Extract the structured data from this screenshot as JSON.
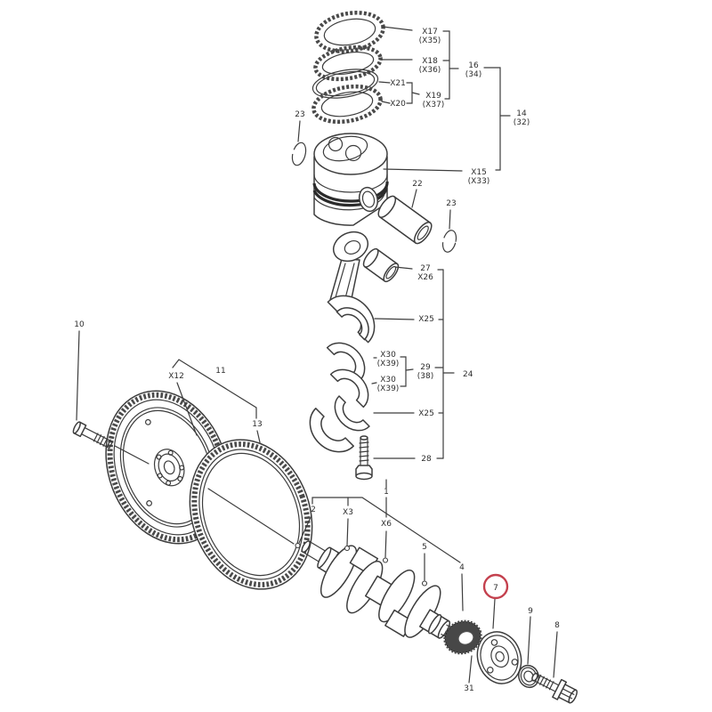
{
  "figure": {
    "kind": "exploded-parts-diagram",
    "subject": "crankshaft-piston-flywheel-assembly",
    "highlighted_part": "7"
  },
  "colors": {
    "background": "#ffffff",
    "line": "#3d3d3d",
    "highlight_circle": "#c4414e"
  },
  "callouts": {
    "x17": "X17",
    "x35": "(X35)",
    "x18": "X18",
    "x36": "(X36)",
    "x21": "X21",
    "x20": "X20",
    "x19": "X19",
    "x37": "(X37)",
    "n16": "16",
    "n34": "(34)",
    "n14": "14",
    "n32": "(32)",
    "x15": "X15",
    "x33": "(X33)",
    "n23_left": "23",
    "n22": "22",
    "n23_right": "23",
    "n27": "27",
    "x26": "X26",
    "x25_upper": "X25",
    "x30_1": "X30",
    "x39_1": "(X39)",
    "x30_2": "X30",
    "x39_2": "(X39)",
    "n29": "29",
    "n38": "(38)",
    "n24": "24",
    "x25_lower": "X25",
    "n28": "28",
    "n10": "10",
    "x12": "X12",
    "n11": "11",
    "n13": "13",
    "n2": "2",
    "x3": "X3",
    "n1": "1",
    "x6": "X6",
    "n5": "5",
    "n4": "4",
    "n7": "7",
    "n9": "9",
    "n8": "8",
    "n31": "31"
  }
}
